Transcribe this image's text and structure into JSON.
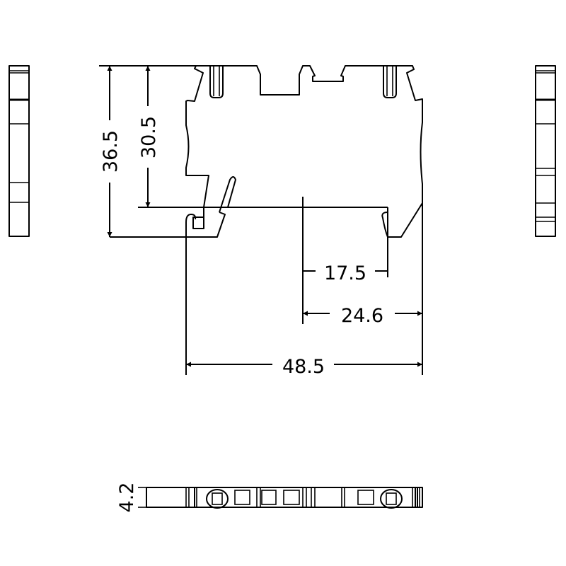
{
  "drawing": {
    "dimensions": {
      "overall_height": "36.5",
      "rail_height": "30.5",
      "offset_a": "17.5",
      "offset_b": "24.6",
      "overall_width": "48.5",
      "thickness": "4.2"
    },
    "line_color": "#000000",
    "background_color": "#ffffff"
  }
}
